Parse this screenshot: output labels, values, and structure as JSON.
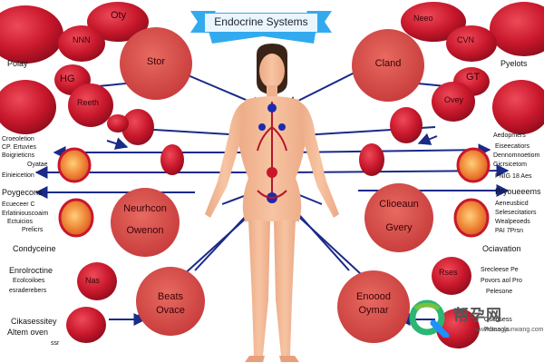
{
  "title": "Endocrine Systems",
  "colors": {
    "organ": "#cc1a2e",
    "organ_dark": "#8c0d1c",
    "node": "#d9423f",
    "node_orange": "#ee7a30",
    "arrow": "#1a2a88",
    "skin": "#f3b894",
    "banner_blue": "#33aaee",
    "banner_inner": "#e9f6ff"
  },
  "nodes": {
    "left_top": "Stor",
    "right_top": "Cland",
    "left_middle": [
      "Neurhcon",
      "Owenon"
    ],
    "right_middle": [
      "Clioeaun",
      "Gvery"
    ],
    "left_bottom": [
      "Beats",
      "Ovace"
    ],
    "right_bottom": [
      "Enoood",
      "Oymar"
    ]
  },
  "organ_labels": {
    "top_left_1": "Oty",
    "top_left_2": "NNN",
    "top_left_3": "HG",
    "top_left_4": "Reeth",
    "top_right_1": "Neeo",
    "top_right_2": "CVN",
    "top_right_3": "GT",
    "top_right_4": "Ovey",
    "left_low": "Nas",
    "right_low": "Rses"
  },
  "side_text": {
    "left": {
      "polay": "Polay",
      "group1": [
        "Croeoletion",
        "CP. Ertuvies",
        "Boigrieticns",
        "Oyatae",
        "Einieicetion"
      ],
      "group2": [
        "Poygecons",
        "Ecueceer  C",
        "Erlatiniouscoaim",
        "Ectuicios",
        "Prelicrs"
      ],
      "condyceine": "Condyceine",
      "group3": [
        "Enrolroctine",
        "Ecolcoiloes",
        "esraderebers"
      ],
      "group4": [
        "Cikasessitey",
        "Altem oven",
        "ssr"
      ]
    },
    "right": {
      "pyelots": "Pyelots",
      "group1": [
        "Aedopmers",
        "Eiseecatiors",
        "Dennomnoetiom",
        "Gicrsicetom",
        "PNIG 18 Aes"
      ],
      "group2": [
        "Pryoueeems",
        "Aeneusbicd",
        "Selesecitatiors",
        "Wealpeoeds",
        "PAI 7Prsn"
      ],
      "ociavation": "Ociavation",
      "group3": [
        "Srecleese Pe",
        "Povors aol Pro",
        "Pelesone"
      ],
      "group4": [
        "Osutisess",
        "Poteaols"
      ]
    }
  },
  "watermark": {
    "text": "帮孕网",
    "sub": "www.bangyunwang.com"
  }
}
